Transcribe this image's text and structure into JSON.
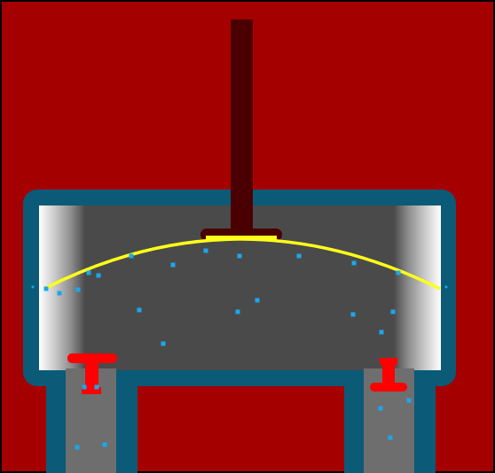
{
  "scene": {
    "colors": {
      "background": "#a50000",
      "frame_border": "#000000",
      "casing": "#0a5a78",
      "chamber_interior": "#4a4a4a",
      "pipe_interior": "#6e6e6e",
      "piston_rod": "#4a0000",
      "diaphragm": "#ffff1a",
      "particle": "#19a8ec",
      "valve": "#ff0000"
    },
    "chamber": {
      "diaphragm_shape": "arched",
      "left_wall_shading": "gradient",
      "right_wall_shading": "gradient"
    },
    "valves": [
      {
        "name": "left-valve",
        "state": "open"
      },
      {
        "name": "right-valve",
        "state": "closed"
      }
    ],
    "particle_count": 26
  }
}
